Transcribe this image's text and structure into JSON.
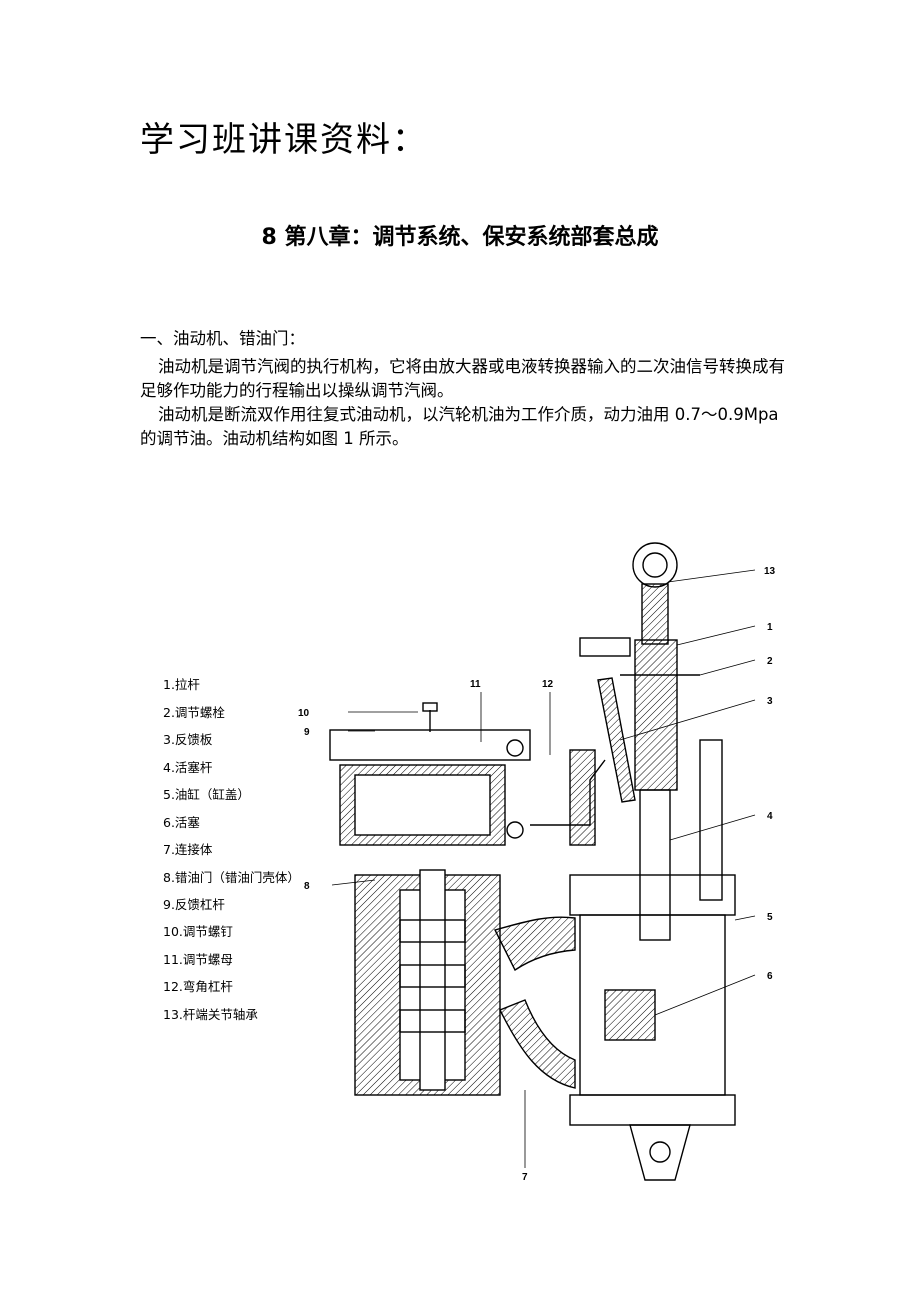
{
  "document": {
    "title": "学习班讲课资料：",
    "chapter_title": "8 第八章：调节系统、保安系统部套总成",
    "section_heading": "一、油动机、错油门：",
    "paragraphs": [
      "油动机是调节汽阀的执行机构，它将由放大器或电液转换器输入的二次油信号转换成有足够作功能力的行程输出以操纵调节汽阀。",
      "油动机是断流双作用往复式油动机，以汽轮机油为工作介质，动力油用 0.7～0.9Mpa 的调节油。油动机结构如图 1 所示。"
    ]
  },
  "figure": {
    "legend": [
      "1.拉杆",
      "2.调节螺栓",
      "3.反馈板",
      "4.活塞杆",
      "5.油缸（缸盖）",
      "6.活塞",
      "7.连接体",
      "8.错油门（错油门壳体）",
      "9.反馈杠杆",
      "10.调节螺钉",
      "11.调节螺母",
      "12.弯角杠杆",
      "13.杆端关节轴承"
    ],
    "callouts": [
      "13",
      "1",
      "2",
      "3",
      "4",
      "5",
      "6",
      "10",
      "9",
      "11",
      "12",
      "8",
      "7"
    ]
  }
}
